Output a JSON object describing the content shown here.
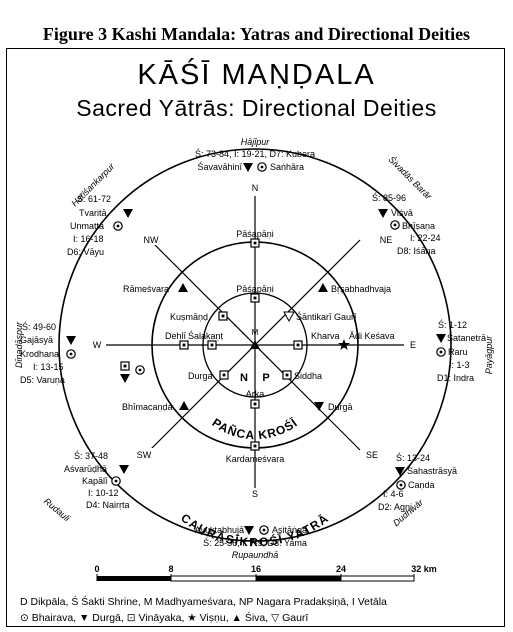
{
  "caption": "Figure 3 Kashi Mandala: Yatras and Directional Deities",
  "title_main": "KĀŚĪ MAṆḌALA",
  "title_sub": "Sacred Yātrās: Directional Deities",
  "ring_labels": {
    "caurasikrosi": "CAURĀSĪKROŚĪ YATRĀ",
    "panca": "PAÑCA",
    "krosi": "KROŚĪ"
  },
  "directions": {
    "N": "N",
    "NE": "NE",
    "E": "E",
    "SE": "SE",
    "S": "S",
    "SW": "SW",
    "W": "W",
    "NW": "NW"
  },
  "center": {
    "M": "M",
    "N": "N",
    "P": "P"
  },
  "outer_places": {
    "north": "Hājīpur",
    "northeast": "Śivadās Barār",
    "east": "Payāgpur",
    "southeast": "Dudhwār",
    "south": "Rupaundhā",
    "southwest": "Rudauli",
    "west": "Dīnadāspur",
    "northwest": "Harīśankarpur"
  },
  "north_group": {
    "refs": "Ś: 73-84, I: 19-21, D7: Kubera",
    "left": "Śavavāhinī",
    "right": "Saṅhāra"
  },
  "ne_group": {
    "refs": "Ś: 85-96",
    "deity1": "Viśvā",
    "deity2": "Bhīṣaṇa",
    "vetala": "I: 22-24",
    "dikpala": "D8: Iśāna"
  },
  "nw_group": {
    "refs": "Ś: 61-72",
    "deity1": "Tvaritā",
    "deity2": "Unmatta",
    "vetala": "I: 16-18",
    "dikpala": "D6: Vāyu"
  },
  "e_group": {
    "refs": "Ś: 1-12",
    "deity1": "Śatanetrā",
    "deity2": "Raru",
    "vetala": "I: 1-3",
    "dikpala": "D1: Indra"
  },
  "w_group": {
    "refs": "Ś: 49-60",
    "deity1": "Gajāsyā",
    "deity2": "Krodhana",
    "vetala": "I: 13-15",
    "dikpala": "D5: Varuṇa"
  },
  "se_group": {
    "refs": "Ś: 13-24",
    "deity1": "Sahastrāsyā",
    "deity2": "Caṇda",
    "vetala": "I: 4-6",
    "dikpala": "D2: Agni"
  },
  "sw_group": {
    "refs": "Ś: 37-48",
    "deity1": "Aśvarūḍhā",
    "deity2": "Kapālī",
    "vetala": "I: 10-12",
    "dikpala": "D4: Nairṛta"
  },
  "s_group": {
    "left": "Ayuktabhujā",
    "right": "Asitāṅga",
    "refs": "Ś: 25-36, I: 7-9, D3: Yama"
  },
  "inner_places": {
    "pasapani_outer": "Pāśapāṇi",
    "pasapani_inner": "Pāśapāṇi",
    "ramesvara": "Rāmeśvara",
    "brsabhadhvaja": "Bṛṣabhadhvaja",
    "kusmanda": "Kuṣmāṇḍ",
    "santikari": "Śāntikarī Gaurī",
    "dehli": "Dehlī",
    "salakanti": "Śalakaṇṭ",
    "kharva": "Kharva",
    "adi_kesava": "Ādi Keśava",
    "durga_inner": "Durga",
    "siddha": "Siddha",
    "arka": "Arka",
    "bhimacanda": "Bhīmacaṇḍa",
    "durga_outer": "Durgā",
    "kardamesvara": "Kardameśvara"
  },
  "scale": {
    "ticks": [
      "0",
      "8",
      "16",
      "24",
      "32 km"
    ]
  },
  "legend": {
    "line1": "D Dikpāla, Ś Śakti Shrine, M Madhyameśvara, NP Nagara Pradakṣiṇā, I Vetāla",
    "line2": "⊙ Bhairava, ▼ Durgā, ⊡ Vināyaka, ★ Viṣṇu, ▲ Śiva, ▽ Gaurī"
  }
}
